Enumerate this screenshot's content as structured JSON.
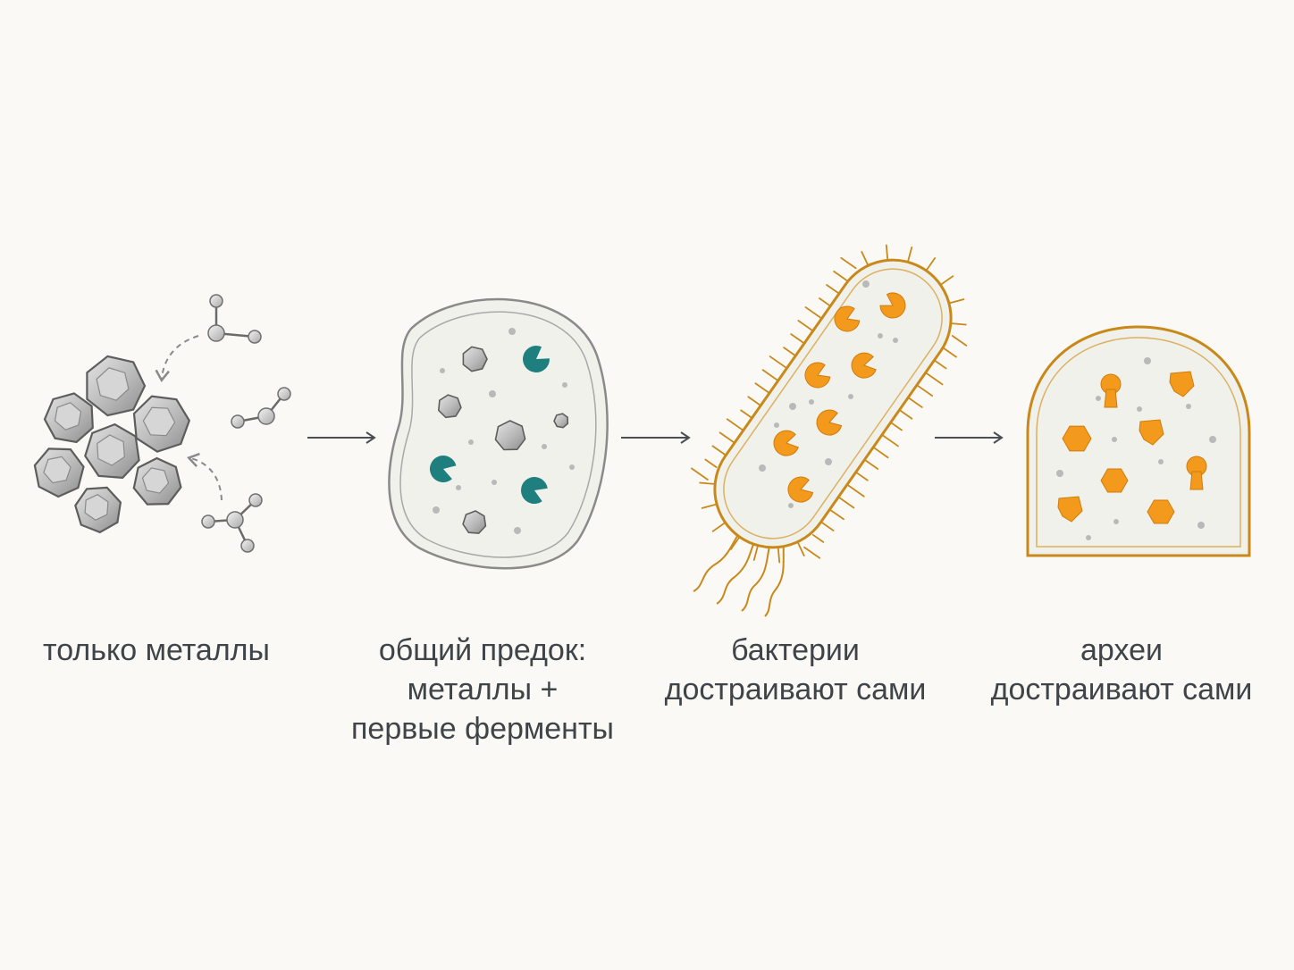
{
  "stages": [
    {
      "id": "metals",
      "caption_lines": [
        "только металлы"
      ]
    },
    {
      "id": "ancestor",
      "caption_lines": [
        "общий предок:",
        "металлы +",
        "первые ферменты"
      ]
    },
    {
      "id": "bacteria",
      "caption_lines": [
        "бактерии",
        "достраивают сами"
      ]
    },
    {
      "id": "archaea",
      "caption_lines": [
        "археи",
        "достраивают сами"
      ]
    }
  ],
  "colors": {
    "background": "#faf9f6",
    "text": "#3f4448",
    "arrow": "#4a4f55",
    "metal_fill": "#b4b4b4",
    "metal_stroke": "#5d5d5d",
    "ancestor_membrane": "#8a8a8a",
    "ancestor_enzyme": "#1f7f7f",
    "bacteria_membrane": "#c9891a",
    "bacteria_enzyme": "#f39a1d",
    "archaea_membrane": "#c9891a",
    "archaea_enzyme": "#f39a1d",
    "cytoplasm": "#f1f1ec"
  },
  "icons": [
    "metal-cluster-icon",
    "molecule-icon",
    "dashed-curved-arrow-icon",
    "enzyme-pacman-icon",
    "enzyme-hexagon-icon",
    "enzyme-keyhole-icon",
    "flagellum-icon",
    "pili-icon",
    "flow-arrow-icon"
  ]
}
